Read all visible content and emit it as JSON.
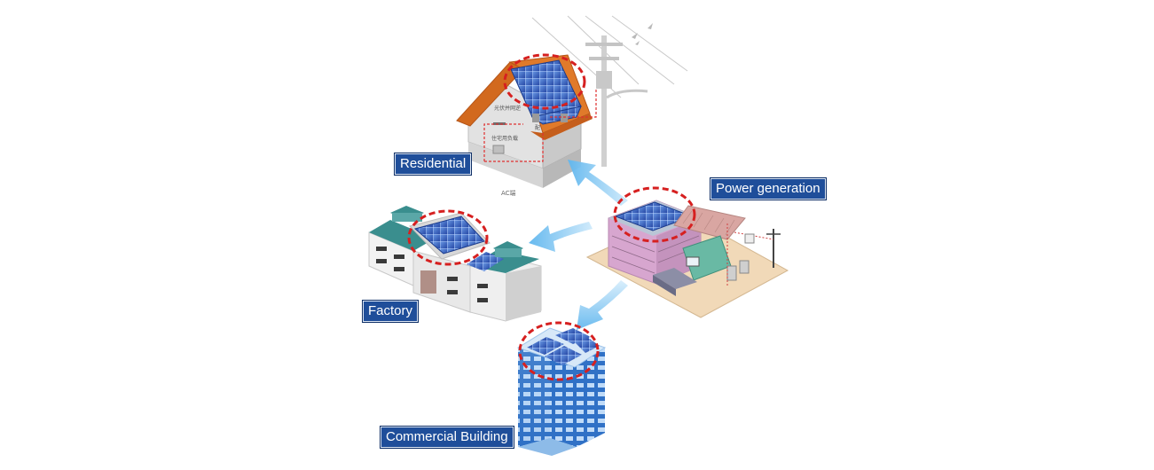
{
  "labels": {
    "residential": "Residential",
    "power_generation": "Power generation",
    "factory": "Factory",
    "commercial_building": "Commercial Building"
  },
  "house_annotations": {
    "pv_grid": "光伏并网逆",
    "home_load": "住宅用负载",
    "distribution": "配",
    "ac_side": "AC端"
  },
  "colors": {
    "label_bg": "#1f4e9a",
    "arrow": "#8fcdf2",
    "highlight_ellipse": "#d62020",
    "solar_panel": "#3b6fcf"
  }
}
